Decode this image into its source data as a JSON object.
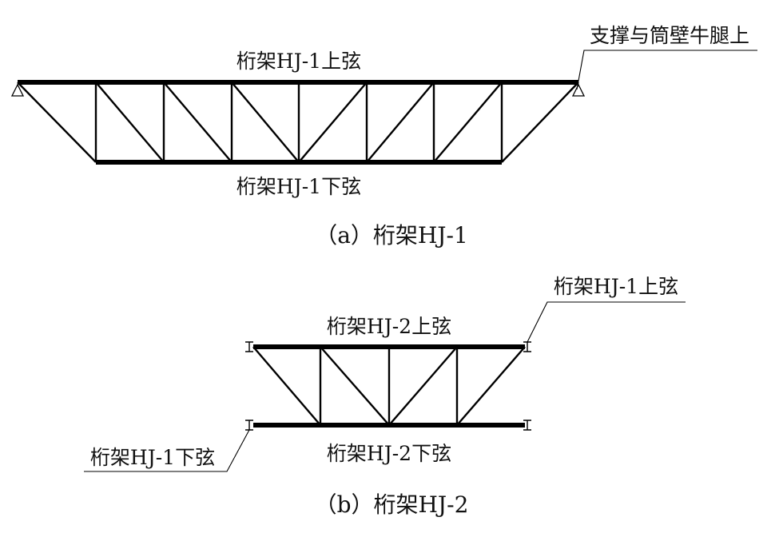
{
  "truss_a": {
    "top_chord_label": "桁架HJ-1上弦",
    "bottom_chord_label": "桁架HJ-1下弦",
    "support_note": "支撑与筒壁牛腿上",
    "caption": "（a）桁架HJ-1"
  },
  "truss_b": {
    "top_chord_label": "桁架HJ-2上弦",
    "bottom_chord_label": "桁架HJ-2下弦",
    "upper_note": "桁架HJ-1上弦",
    "lower_note": "桁架HJ-1下弦",
    "caption": "（b）桁架HJ-2"
  },
  "icons": {
    "support": "pin-support-triangle-icon",
    "section": "i-beam-section-icon"
  }
}
